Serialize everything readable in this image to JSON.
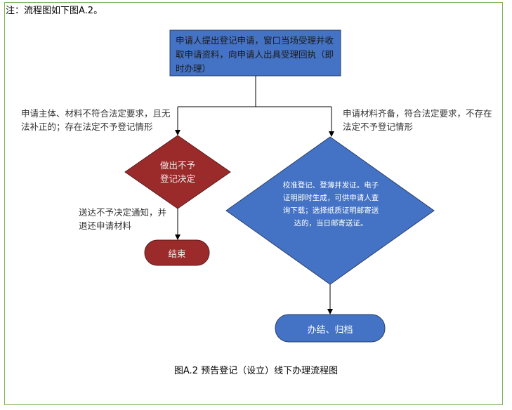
{
  "note": "注：流程图如下图A.2。",
  "nodes": {
    "start": "申请人提出登记申请，窗口当场受理并收取申请资料，向申请人出具受理回执（即时办理）",
    "reject_decision": "做出不予登记决定",
    "approve_decision": "校准登记、登薄并发证。电子证明即时生成，可供申请人查询下载；选择纸质证明邮寄送达的，当日邮寄送证。",
    "end_reject": "结束",
    "end_approve": "办结、归档"
  },
  "edges": {
    "left_condition": "申请主体、材料不符合法定要求，且无法补正的；存在法定不予登记情形",
    "right_condition": "申请材料齐备，符合法定要求，不存在法定不予登记情形",
    "reject_action": "送达不予决定通知，并退还申请材料"
  },
  "caption": "图A.2 预告登记（设立）线下办理流程图",
  "colors": {
    "blue": "#4472c4",
    "red": "#9b2b2b",
    "border": "#7fb35a"
  }
}
